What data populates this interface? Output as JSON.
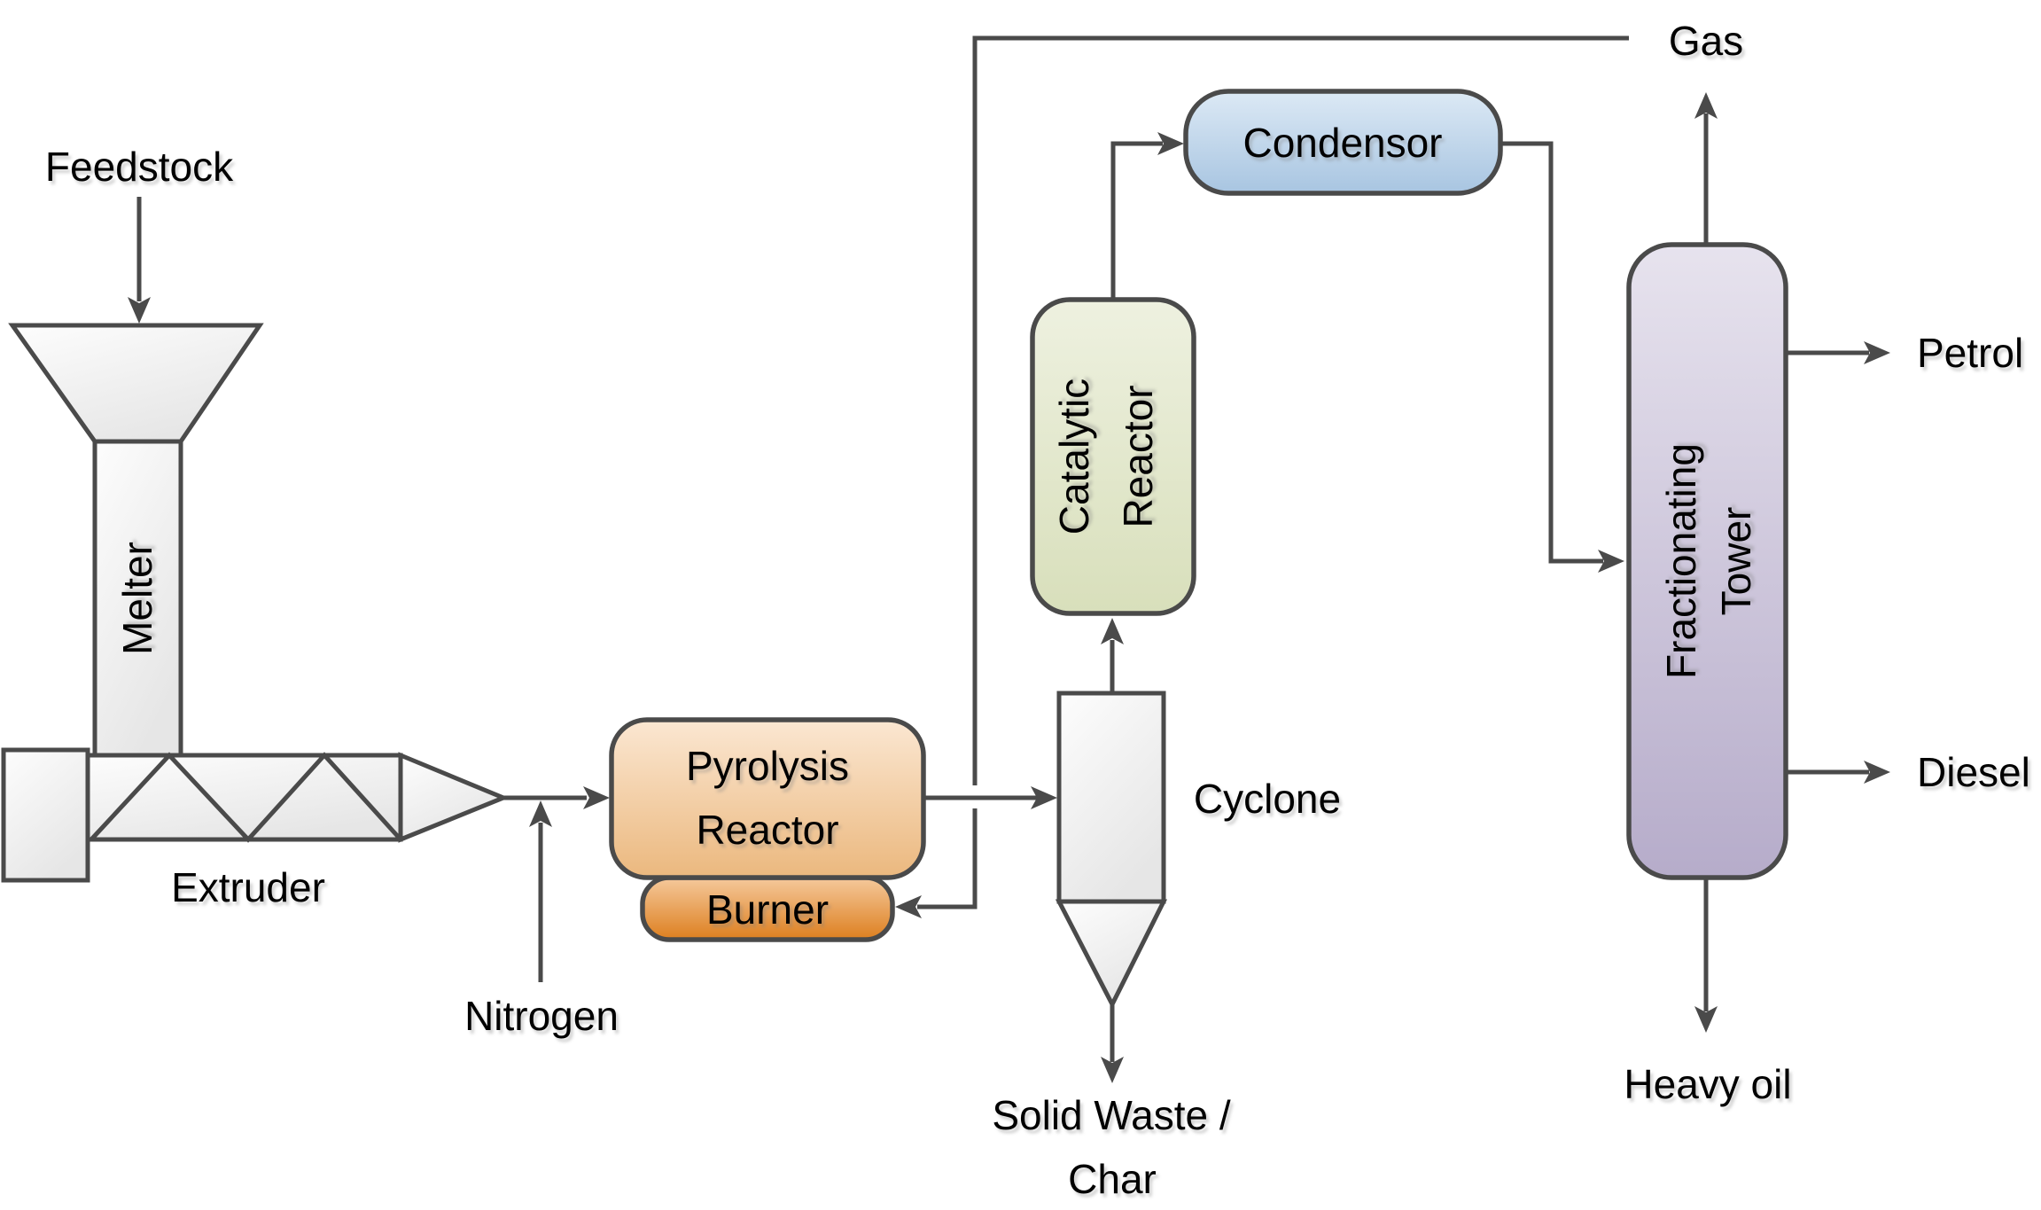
{
  "diagram": {
    "type": "process-flow",
    "labels": {
      "feedstock": "Feedstock",
      "melter": "Melter",
      "extruder": "Extruder",
      "nitrogen": "Nitrogen",
      "pyrolysis_line1": "Pyrolysis",
      "pyrolysis_line2": "Reactor",
      "burner": "Burner",
      "cyclone": "Cyclone",
      "catalytic_line1": "Catalytic",
      "catalytic_line2": "Reactor",
      "condensor": "Condensor",
      "tower_line1": "Fractionating",
      "tower_line2": "Tower",
      "gas": "Gas",
      "petrol": "Petrol",
      "diesel": "Diesel",
      "heavy_oil": "Heavy oil",
      "solid_waste_line1": "Solid Waste /",
      "solid_waste_line2": "Char"
    }
  },
  "colors": {
    "line": "#4a4a4a",
    "text": "#000000",
    "vessel_top": "#fdfdfd",
    "vessel_bottom": "#e6e6e6",
    "pyrolysis_top": "#fbe7d2",
    "pyrolysis_bottom": "#ebb87e",
    "burner_top": "#f5c99c",
    "burner_bottom": "#dd7f1f",
    "catalytic_top": "#eef1e0",
    "catalytic_bottom": "#d8dfbb",
    "condensor_top": "#dce9f5",
    "condensor_bottom": "#a8c5e1",
    "tower_top": "#e7e3ee",
    "tower_bottom": "#b6acca"
  }
}
